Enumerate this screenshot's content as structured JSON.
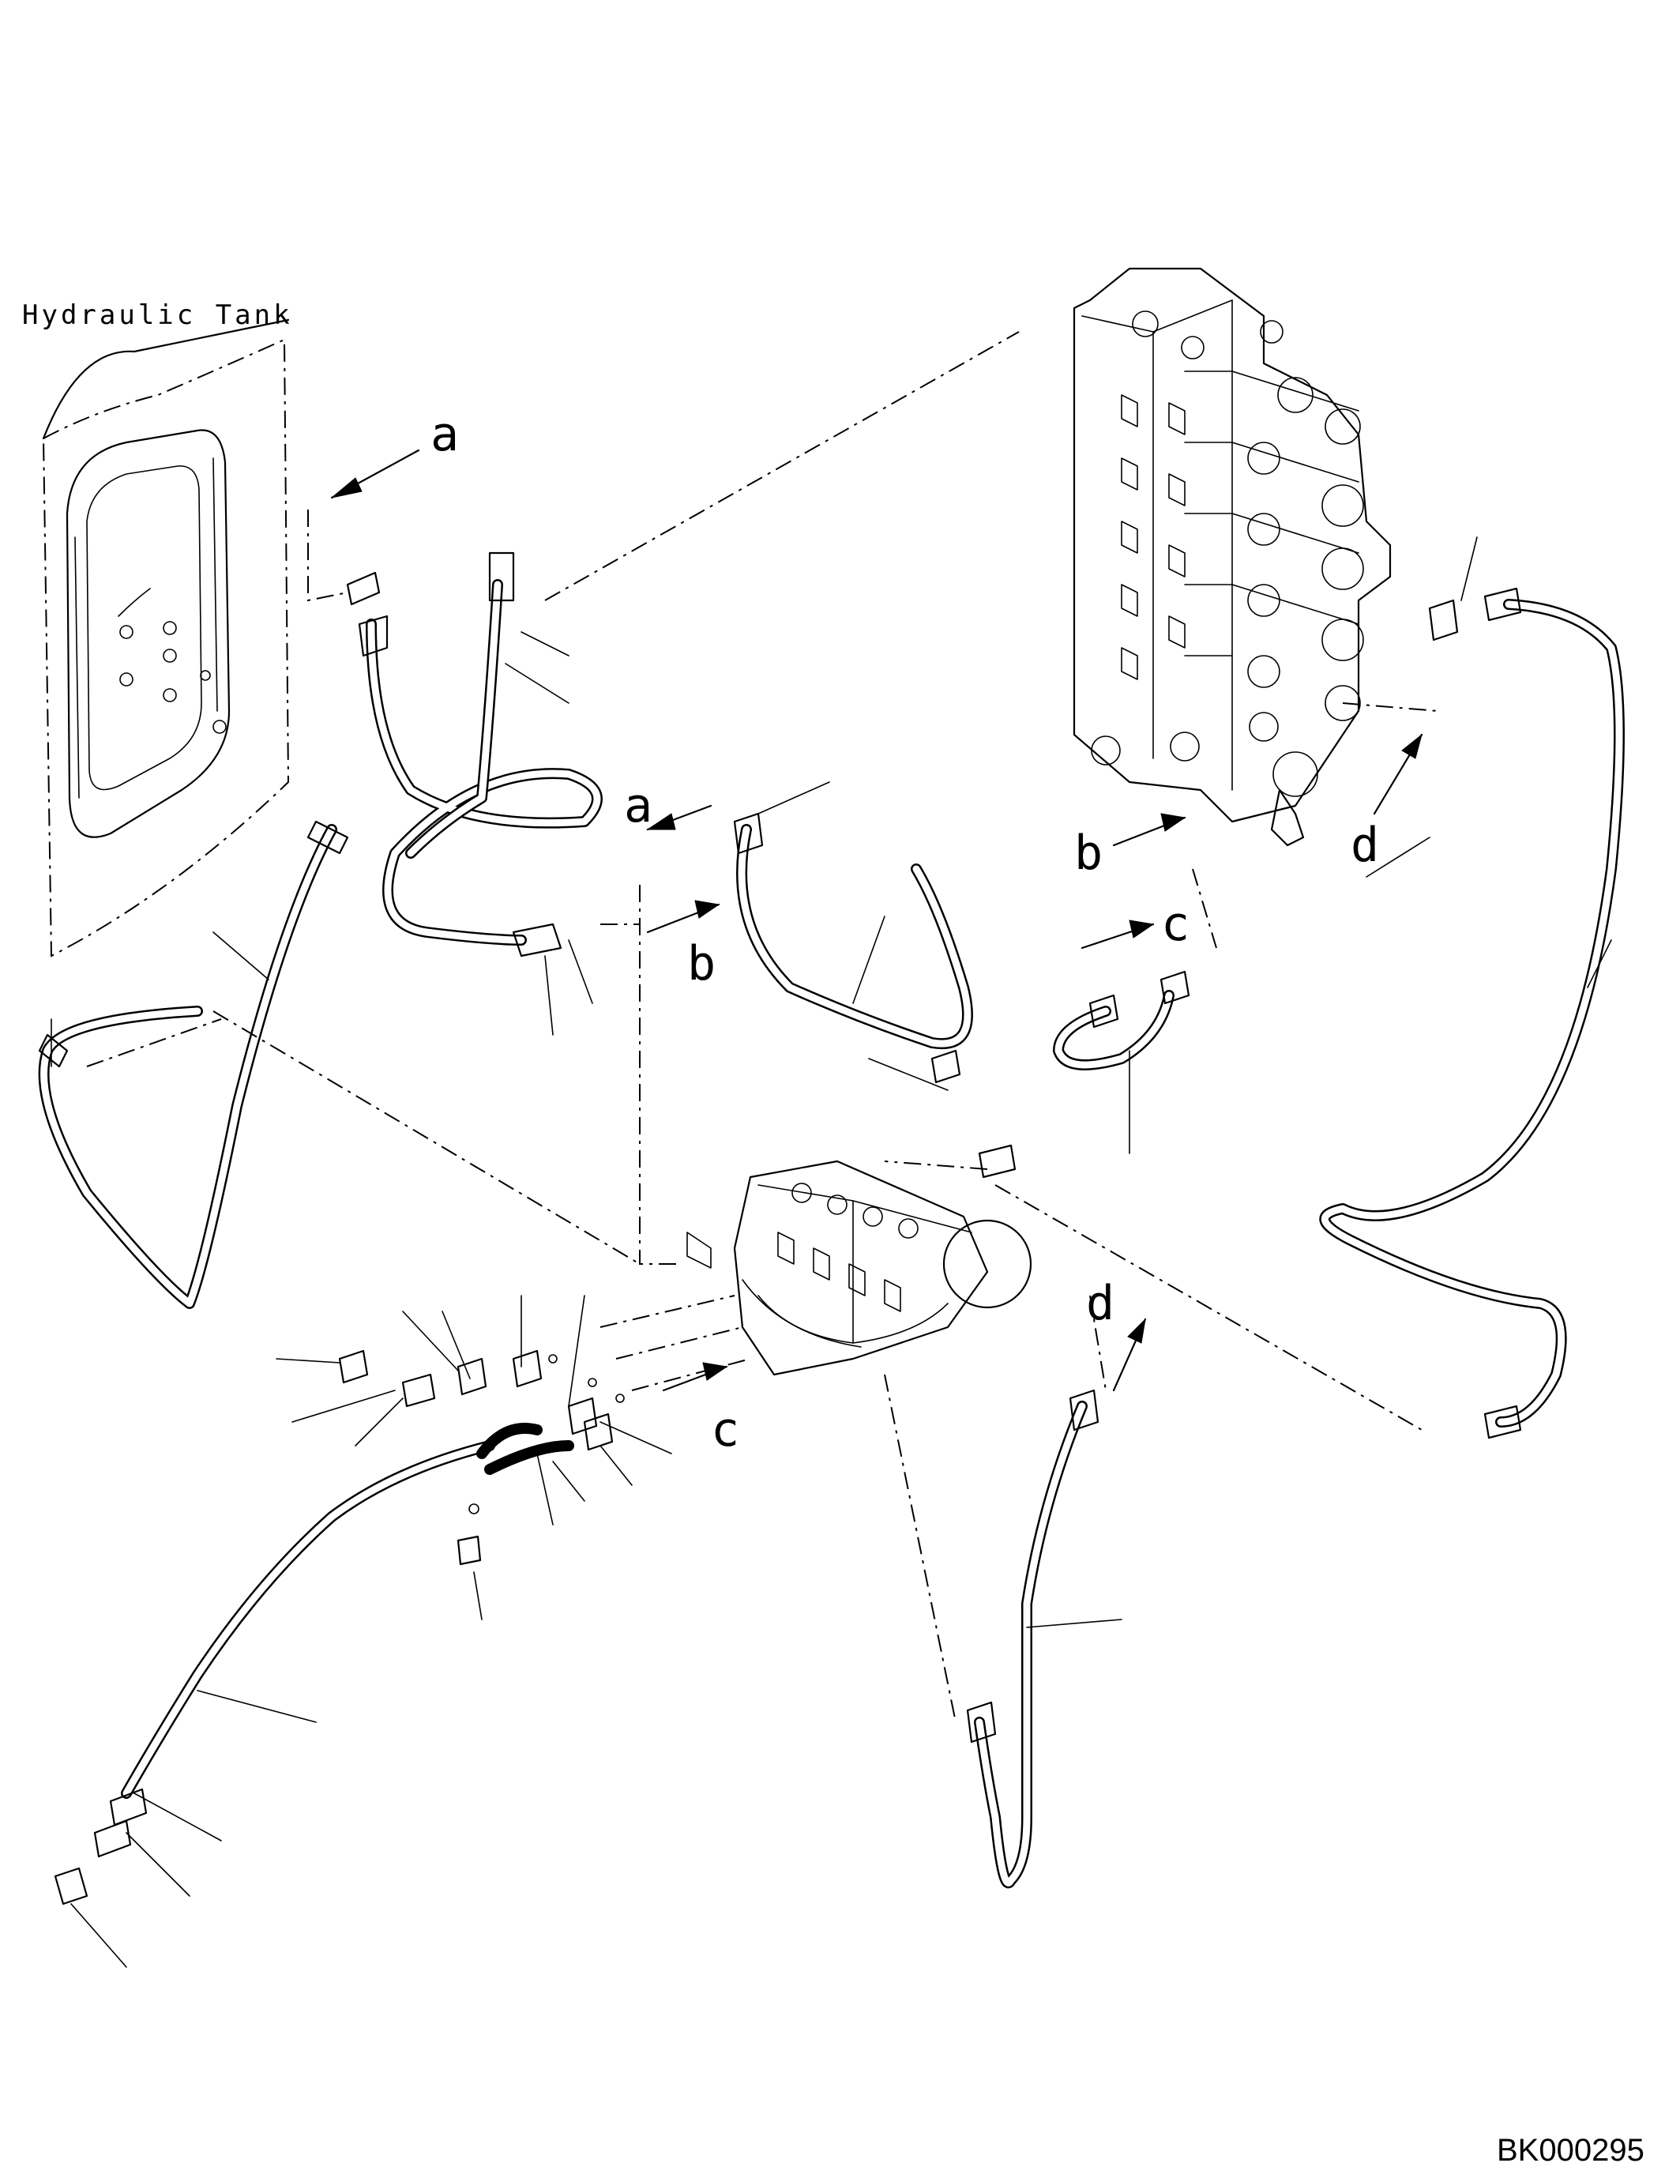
{
  "diagram": {
    "tank_label": "Hydraulic Tank",
    "drawing_code": "BK000295",
    "connection_labels": {
      "a1": "a",
      "a2": "a",
      "b1": "b",
      "b2": "b",
      "c1": "c",
      "c2": "c",
      "d1": "d",
      "d2": "d"
    }
  }
}
